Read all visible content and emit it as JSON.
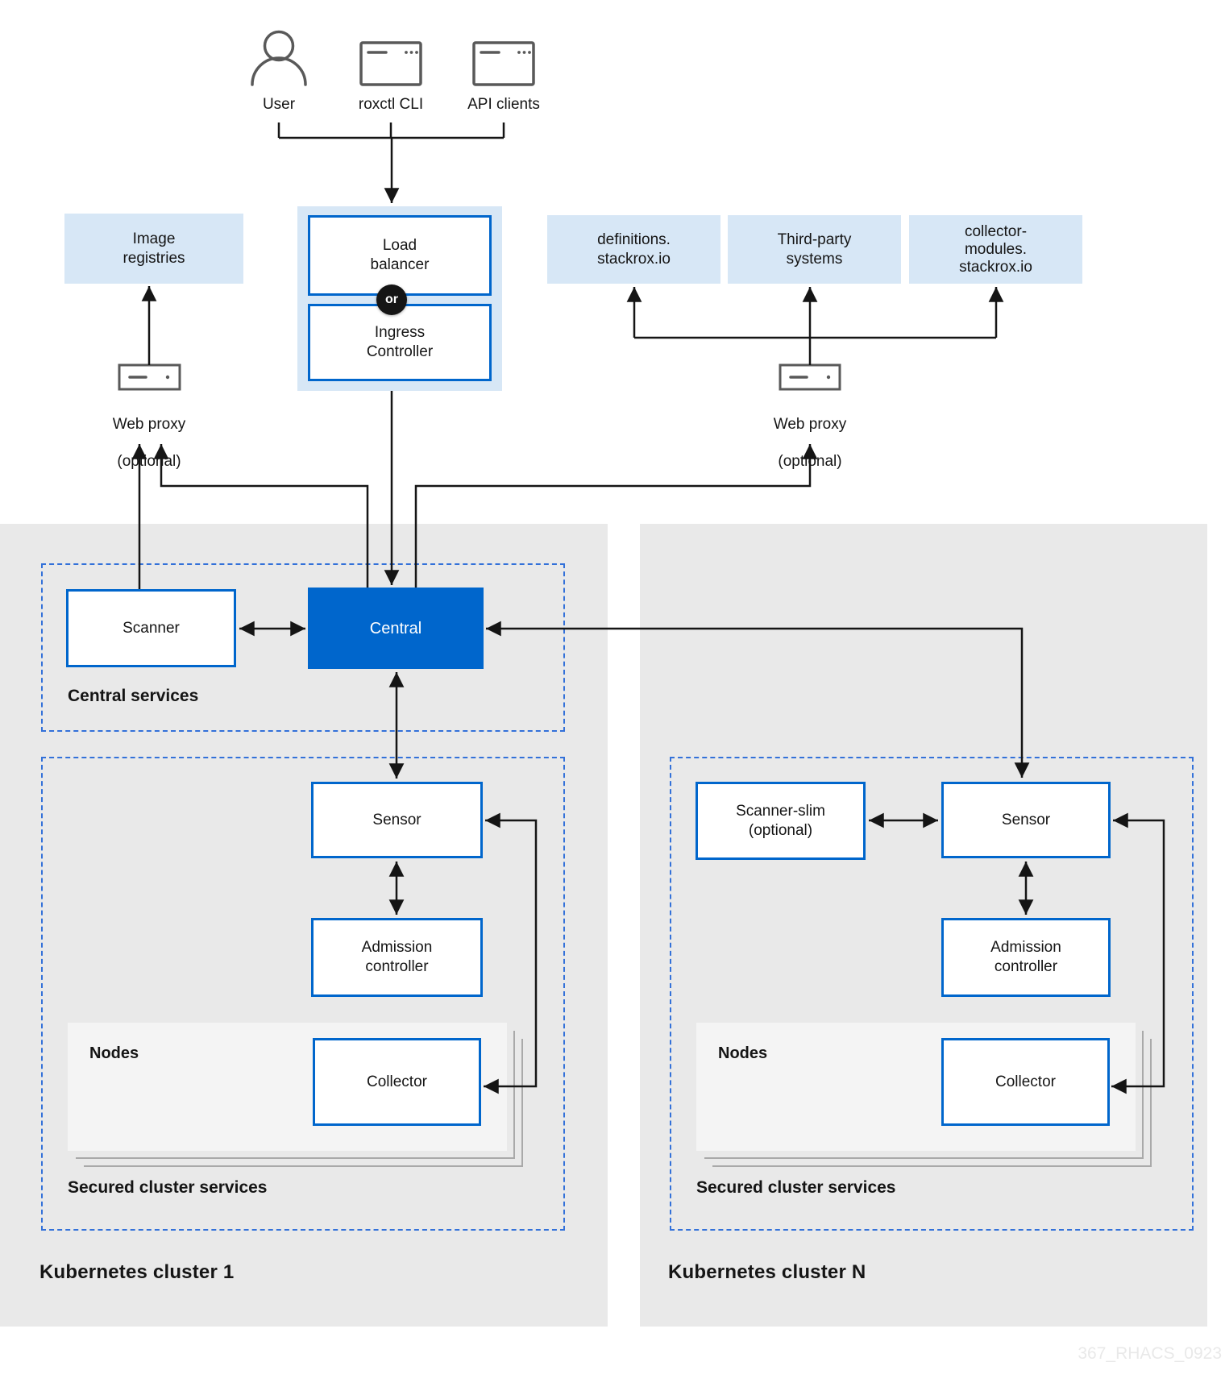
{
  "clients": {
    "user": "User",
    "roxctl": "roxctl CLI",
    "api": "API clients"
  },
  "gateway": {
    "load_balancer": "Load\nbalancer",
    "or_badge": "or",
    "ingress_controller": "Ingress\nController"
  },
  "external": {
    "image_registries": "Image\nregistries",
    "definitions": "definitions.\nstackrox.io",
    "third_party": "Third-party\nsystems",
    "collector_modules": "collector-\nmodules.\nstackrox.io"
  },
  "proxy_left": {
    "label": "Web proxy",
    "sublabel": "(optional)"
  },
  "proxy_right": {
    "label": "Web proxy",
    "sublabel": "(optional)"
  },
  "central_services": {
    "title": "Central services",
    "scanner": "Scanner",
    "central": "Central"
  },
  "cluster1": {
    "title": "Kubernetes cluster 1",
    "services_title": "Secured cluster services",
    "sensor": "Sensor",
    "admission": "Admission\ncontroller",
    "nodes": "Nodes",
    "collector": "Collector"
  },
  "clusterN": {
    "title": "Kubernetes cluster N",
    "services_title": "Secured cluster services",
    "scanner_slim": "Scanner-slim\n(optional)",
    "sensor": "Sensor",
    "admission": "Admission\ncontroller",
    "nodes": "Nodes",
    "collector": "Collector"
  },
  "watermark": "367_RHACS_0923",
  "colors": {
    "accent_blue": "#0066cc",
    "light_blue": "#d7e7f6",
    "dashed_blue": "#3371d9",
    "cluster_gray": "#e9e9e9",
    "icon_gray": "#595959",
    "line_black": "#151515"
  }
}
